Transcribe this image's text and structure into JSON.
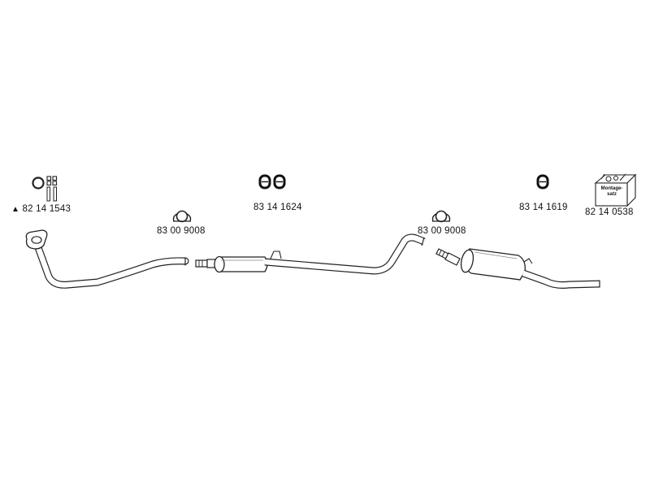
{
  "parts": {
    "front_pipe": {
      "part_number": "82 14 1543",
      "marker": "▲"
    },
    "clamp_front": {
      "part_number": "83 00 9008"
    },
    "mounting_rings_mid": {
      "part_number": "83 14 1624"
    },
    "clamp_rear": {
      "part_number": "83 00 9008"
    },
    "mounting_ring_rear": {
      "part_number": "83 14 1619"
    },
    "mounting_kit": {
      "part_number": "82 14 0538",
      "box_text": [
        "Montage-",
        "satz"
      ]
    }
  }
}
